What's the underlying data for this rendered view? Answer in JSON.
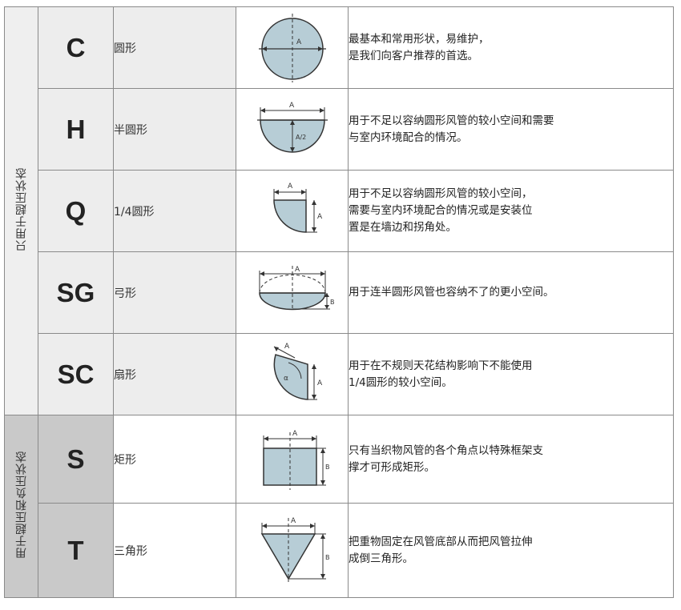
{
  "groups": {
    "g1": "只用于超压状态",
    "g2": "用于超压和负压状态"
  },
  "colors": {
    "shape_fill": "#b7cdd6",
    "group1_bg": "#efefef",
    "group2_bg": "#c9c9c9",
    "border": "#8a8a8a"
  },
  "rows": [
    {
      "code": "C",
      "name": "圆形",
      "icon": "circle-icon",
      "desc": [
        "最基本和常用形状，易维护，",
        "是我们向客户推荐的首选。"
      ],
      "labels": [
        "A"
      ]
    },
    {
      "code": "H",
      "name": "半圆形",
      "icon": "semicircle-icon",
      "desc": [
        "用于不足以容纳圆形风管的较小空间和需要",
        "与室内环境配合的情况。"
      ],
      "labels": [
        "A",
        "A/2"
      ]
    },
    {
      "code": "Q",
      "name": "1/4圆形",
      "icon": "quarter-circle-icon",
      "desc": [
        "用于不足以容纳圆形风管的较小空间，",
        "需要与室内环境配合的情况或是安装位",
        "置是在墙边和拐角处。"
      ],
      "labels": [
        "A",
        "A"
      ]
    },
    {
      "code": "SG",
      "name": "弓形",
      "icon": "segment-icon",
      "desc": [
        "用于连半圆形风管也容纳不了的更小空间。"
      ],
      "labels": [
        "A",
        "B"
      ]
    },
    {
      "code": "SC",
      "name": "扇形",
      "icon": "sector-icon",
      "desc": [
        "用于在不规则天花结构影响下不能使用",
        "1/4圆形的较小空间。"
      ],
      "labels": [
        "A",
        "α",
        "A"
      ]
    },
    {
      "code": "S",
      "name": "矩形",
      "icon": "rectangle-icon",
      "desc": [
        "只有当织物风管的各个角点以特殊框架支",
        "撑才可形成矩形。"
      ],
      "labels": [
        "A",
        "B"
      ]
    },
    {
      "code": "T",
      "name": "三角形",
      "icon": "triangle-icon",
      "desc": [
        "把重物固定在风管底部从而把风管拉伸",
        "成倒三角形。"
      ],
      "labels": [
        "A",
        "B"
      ]
    }
  ]
}
